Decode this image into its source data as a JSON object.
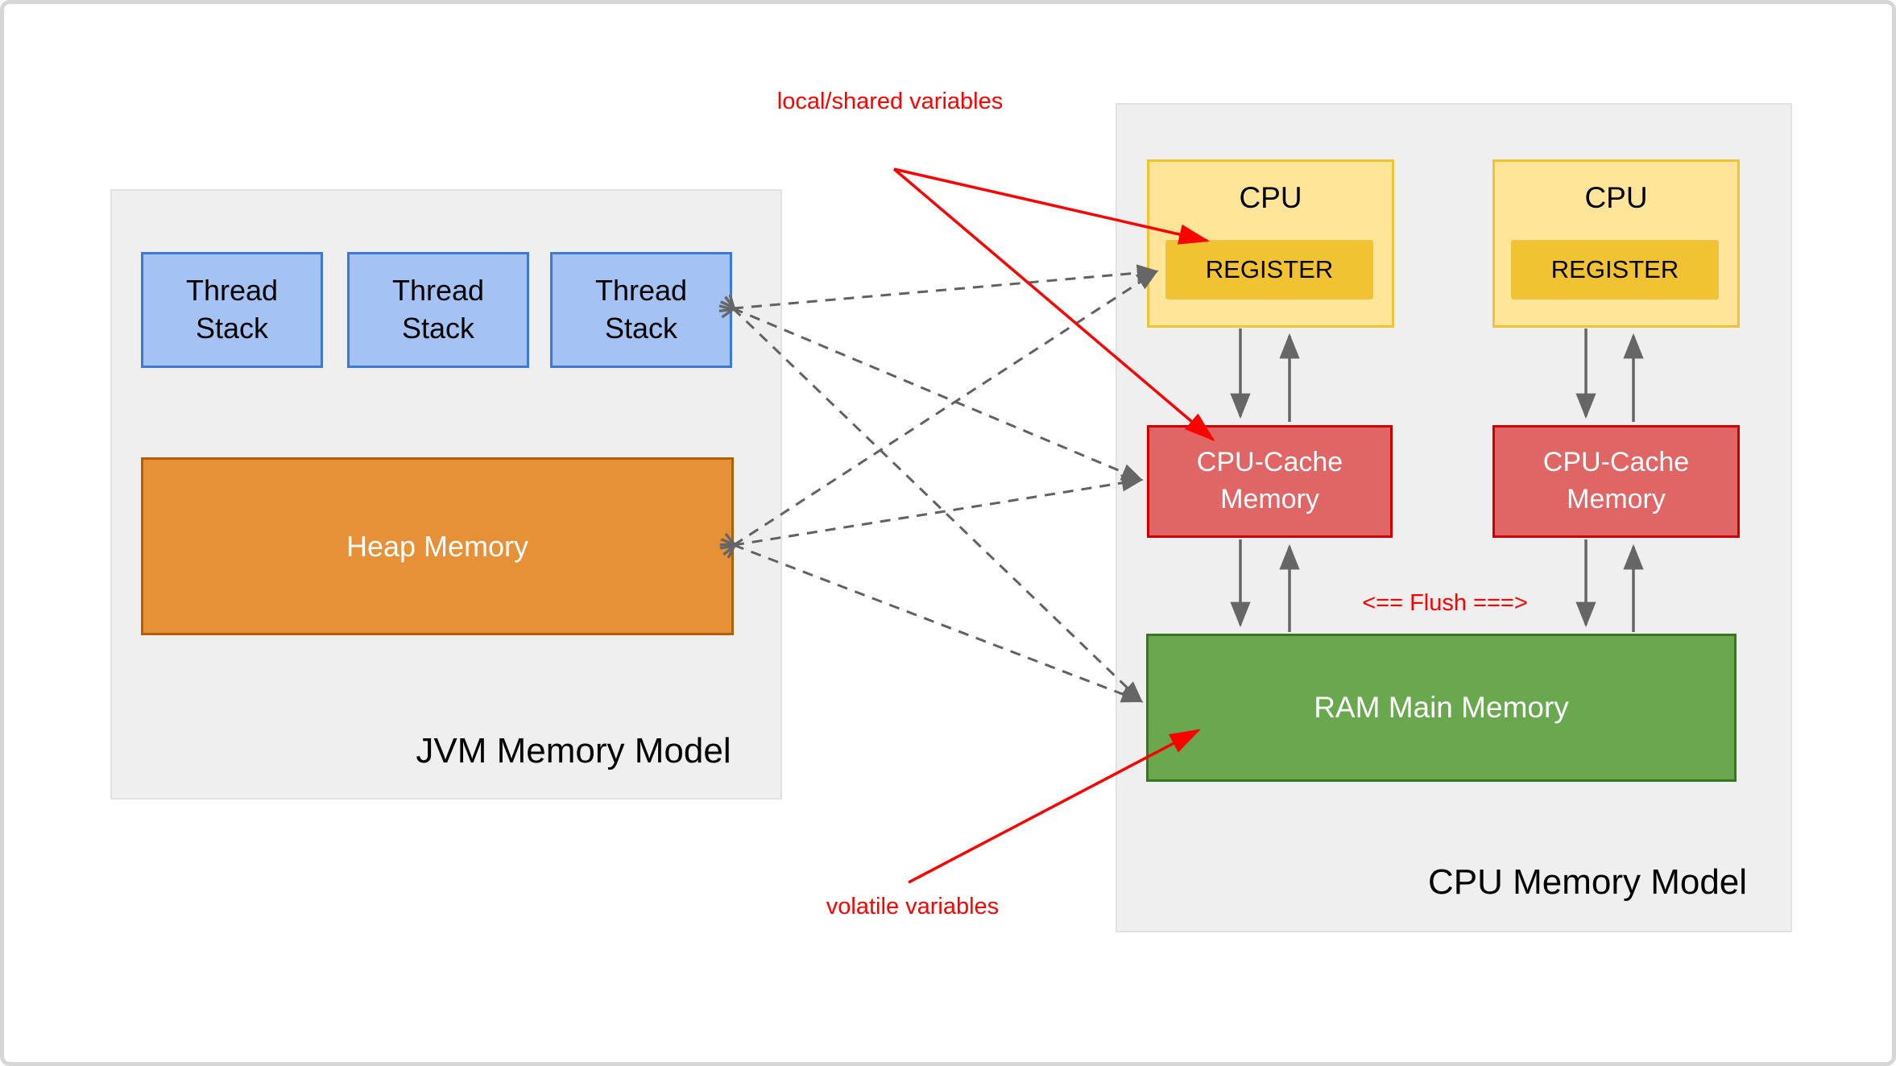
{
  "jvm": {
    "title": "JVM Memory Model",
    "thread_stacks": [
      "Thread Stack",
      "Thread Stack",
      "Thread Stack"
    ],
    "heap_label": "Heap Memory"
  },
  "cpu": {
    "title": "CPU Memory Model",
    "units": [
      {
        "cpu_label": "CPU",
        "register_label": "REGISTER"
      },
      {
        "cpu_label": "CPU",
        "register_label": "REGISTER"
      }
    ],
    "cache_labels": [
      "CPU-Cache Memory",
      "CPU-Cache Memory"
    ],
    "ram_label": "RAM Main Memory"
  },
  "annotations": {
    "local_shared_label": "local/shared variables",
    "volatile_label": "volatile variables",
    "flush_label": "<== Flush ===>"
  },
  "colors": {
    "annotation_red": "#ff0000",
    "arrow_grey": "#666666",
    "panel_grey": "#efefef",
    "thread_stack_fill": "#a4c2f4",
    "thread_stack_border": "#3c78d8",
    "heap_fill": "#e69138",
    "cpu_fill": "#ffe599",
    "register_fill": "#f1c232",
    "cache_fill": "#e06666",
    "cache_border": "#cc0000",
    "ram_fill": "#6aa84f",
    "ram_border": "#38761d"
  }
}
